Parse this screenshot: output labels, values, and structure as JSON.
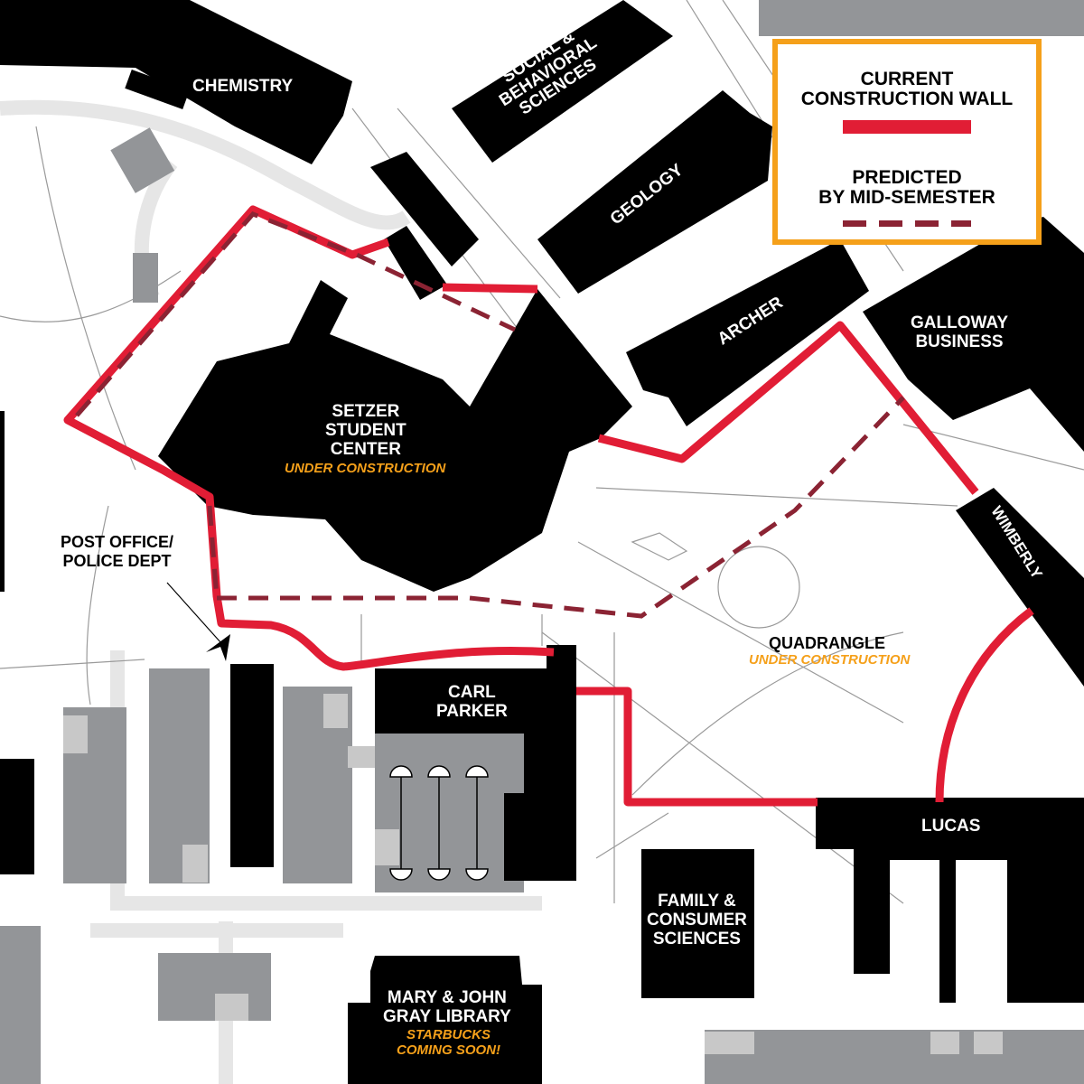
{
  "colors": {
    "current_wall": "#e11d35",
    "predicted_wall": "#8b2333",
    "legend_border": "#f5a01a",
    "building": "#000000",
    "annex": "#939598",
    "path": "#e6e6e6",
    "highlight": "#f5a01a"
  },
  "legend": {
    "current_title": "CURRENT CONSTRUCTION WALL",
    "current_line1": "CURRENT",
    "current_line2": "CONSTRUCTION WALL",
    "predicted_line1": "PREDICTED",
    "predicted_line2": "BY MID-SEMESTER"
  },
  "buildings": {
    "chemistry": "CHEMISTRY",
    "social_1": "SOCIAL &",
    "social_2": "BEHAVIORAL",
    "social_3": "SCIENCES",
    "geology": "GEOLOGY",
    "archer": "ARCHER",
    "galloway_1": "GALLOWAY",
    "galloway_2": "BUSINESS",
    "setzer_1": "SETZER",
    "setzer_2": "STUDENT",
    "setzer_3": "CENTER",
    "setzer_note": "UNDER CONSTRUCTION",
    "post_1": "POST OFFICE/",
    "post_2": "POLICE DEPT",
    "wimberly": "WIMBERLY",
    "quad": "QUADRANGLE",
    "quad_note": "UNDER CONSTRUCTION",
    "carl_1": "CARL",
    "carl_2": "PARKER",
    "lucas": "LUCAS",
    "fcs_1": "FAMILY &",
    "fcs_2": "CONSUMER",
    "fcs_3": "SCIENCES",
    "library_1": "MARY & JOHN",
    "library_2": "GRAY LIBRARY",
    "library_note_1": "STARBUCKS",
    "library_note_2": "COMING SOON!"
  }
}
